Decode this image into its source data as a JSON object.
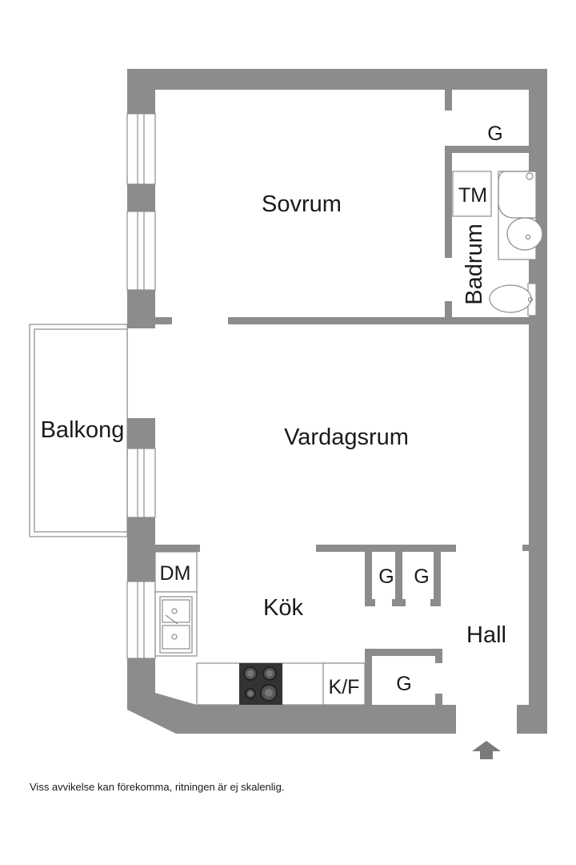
{
  "rooms": {
    "sovrum": "Sovrum",
    "badrum": "Badrum",
    "vardagsrum": "Vardagsrum",
    "balkong": "Balkong",
    "kok": "Kök",
    "hall": "Hall"
  },
  "fixtures": {
    "closet_bedroom": "G",
    "tm": "TM",
    "closet_mid_1": "G",
    "closet_mid_2": "G",
    "closet_hall": "G",
    "dm": "DM",
    "kf": "K/F"
  },
  "entrance_icon": "up-arrow-icon",
  "colors": {
    "wall": "#8c8c8c",
    "background": "#ffffff",
    "stove": "#333333"
  },
  "disclaimer": "Viss avvikelse kan förekomma, ritningen är ej skalenlig."
}
